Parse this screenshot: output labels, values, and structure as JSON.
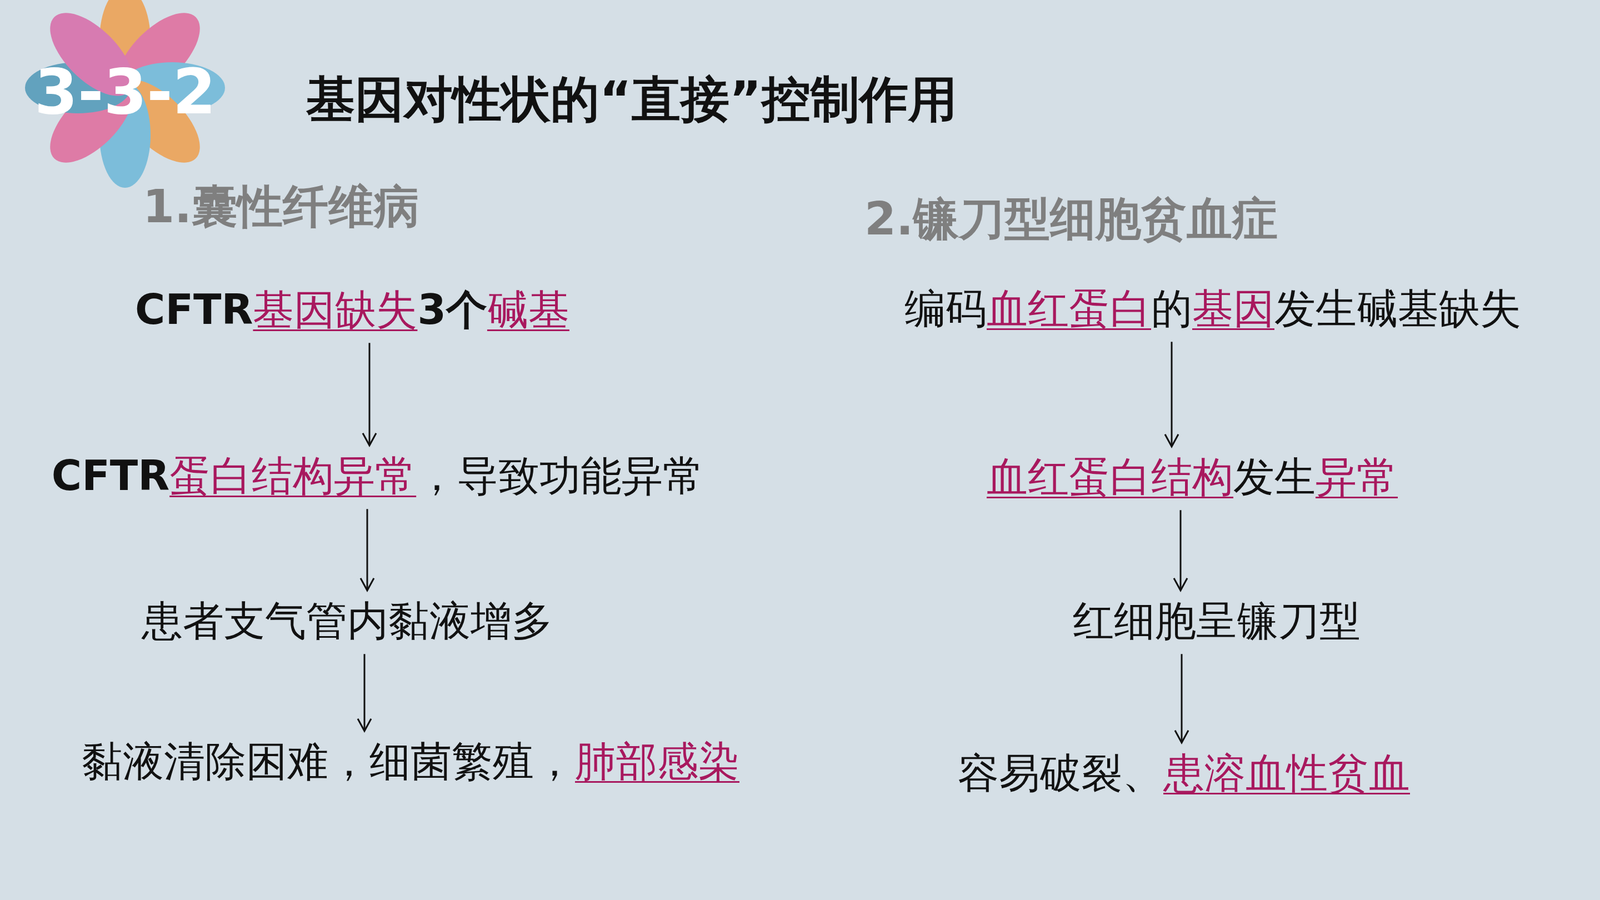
{
  "diagram": {
    "title": "基因对性状的“直接”控制作用",
    "nodes": [
      {
        "text": [
          "CFTR",
          "基因缺失",
          "3个",
          "碱基"
        ]
      },
      {
        "text": [
          "CFTR",
          "蛋白结构异常",
          "，导致功能异常"
        ]
      },
      {
        "text": [
          "患者支气管内黏液增多"
        ]
      },
      {
        "text": [
          "黏液清除困难，细菌繁殖，",
          "肺部感染"
        ]
      },
      {
        "text": [
          "编码",
          "血红蛋白",
          "的",
          "基因",
          "发生碱基缺失"
        ]
      },
      {
        "text": [
          "血红蛋白结构",
          "发生",
          "异常"
        ]
      },
      {
        "text": [
          "红细胞呈镰刀型"
        ]
      },
      {
        "text": [
          "容易破裂、",
          "患溶血性贫血"
        ]
      }
    ],
    "edges": [
      {
        "from": 0,
        "to": 1,
        "arrow": "to"
      },
      {
        "from": 1,
        "to": 2,
        "arrow": "to"
      },
      {
        "from": 2,
        "to": 3,
        "arrow": "to"
      },
      {
        "from": 4,
        "to": 5,
        "arrow": "to"
      },
      {
        "from": 5,
        "to": 6,
        "arrow": "to"
      },
      {
        "from": 6,
        "to": 7,
        "arrow": "to"
      }
    ],
    "labels": [
      "3-3-2",
      "1.囊性纤维病",
      "2.镰刀型细胞贫血症"
    ]
  }
}
